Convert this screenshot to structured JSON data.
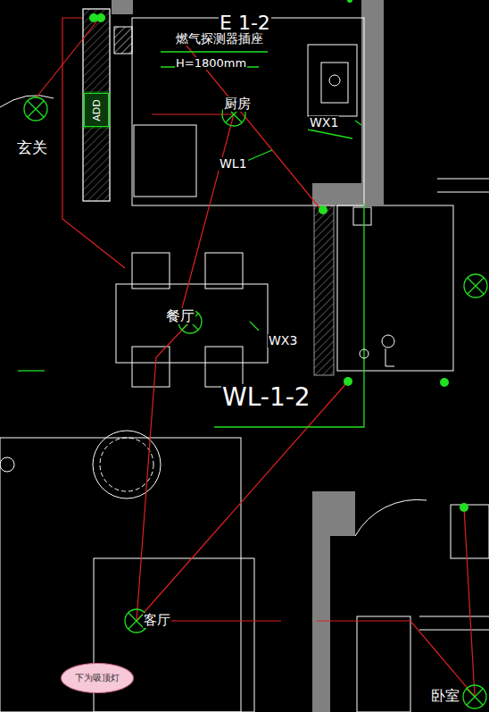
{
  "diagram": {
    "nodes": [
      {
        "text": [
          "ADD"
        ]
      },
      {
        "text": [
          "下为吸顶灯"
        ]
      }
    ],
    "labels": [
      "E 1-2",
      "燃气探测器插座",
      "H=1800mm",
      "厨房",
      "WX1",
      "WL1",
      "玄关",
      "餐厅",
      "WX3",
      "WL-1-2",
      "客厅",
      "卧室"
    ]
  }
}
